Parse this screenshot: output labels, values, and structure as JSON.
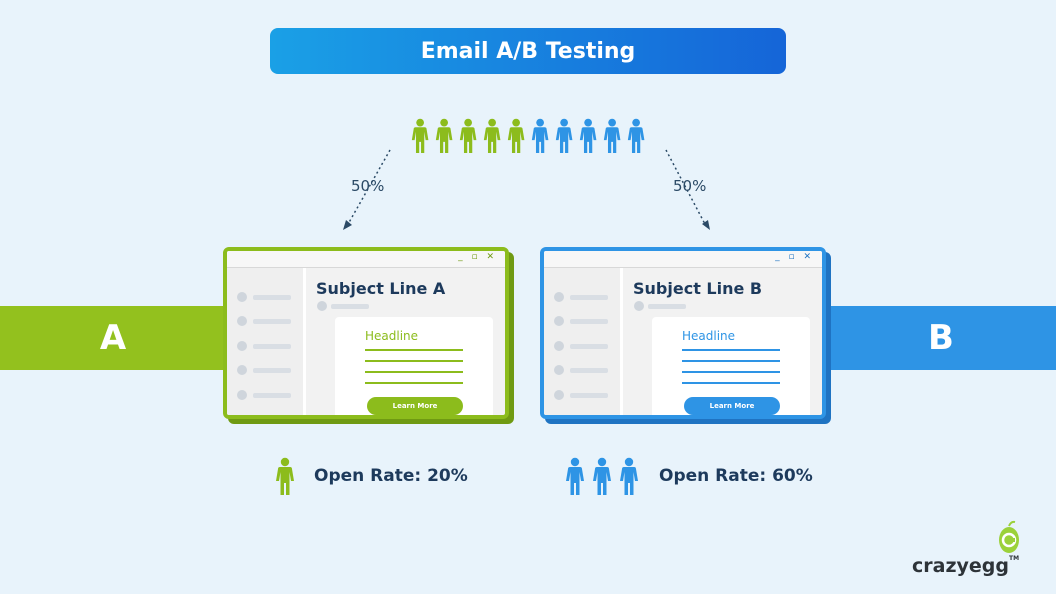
{
  "title": "Email A/B Testing",
  "colors": {
    "green": "#8cbc1c",
    "blue": "#2e94e5",
    "navy": "#1d3a5c",
    "background": "#e8f3fb"
  },
  "population": {
    "green_count": 5,
    "blue_count": 5,
    "icon": "person-icon"
  },
  "split": {
    "left_pct": "50%",
    "right_pct": "50%"
  },
  "variant_a": {
    "band_label": "A",
    "subject": "Subject Line A",
    "headline": "Headline",
    "cta": "Learn More",
    "open_rate": "Open Rate: 20%",
    "people_icons": 1
  },
  "variant_b": {
    "band_label": "B",
    "subject": "Subject Line B",
    "headline": "Headline",
    "cta": "Learn More",
    "open_rate": "Open Rate: 60%",
    "people_icons": 3
  },
  "window_controls": "_ ▫ ✕",
  "brand": {
    "name": "crazyegg",
    "trademark": "TM",
    "icon": "crazyegg-logo-icon"
  }
}
